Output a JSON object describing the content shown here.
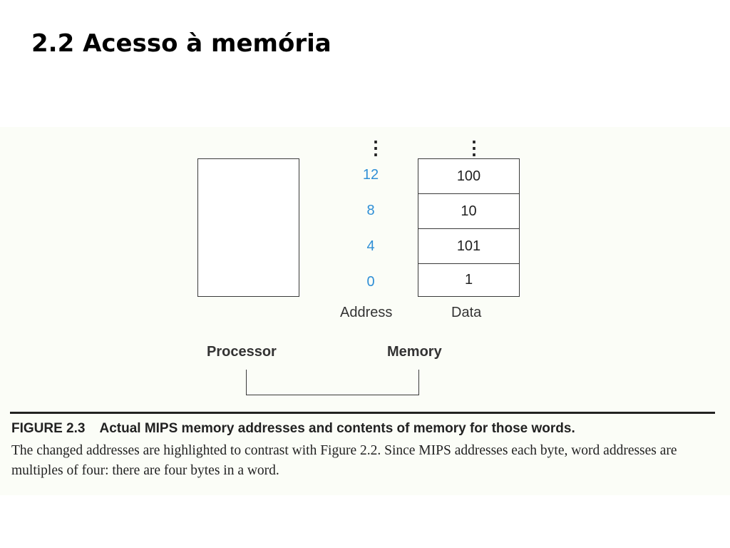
{
  "slide": {
    "title": "2.2 Acesso à memória"
  },
  "figure": {
    "memory": {
      "ellipsis": "⋮",
      "rows": [
        {
          "address": "12",
          "data": "100"
        },
        {
          "address": "8",
          "data": "10"
        },
        {
          "address": "4",
          "data": "101"
        },
        {
          "address": "0",
          "data": "1"
        }
      ],
      "address_label": "Address",
      "data_label": "Data",
      "address_color": "#2f8fd6"
    },
    "processor_label": "Processor",
    "memory_label": "Memory",
    "caption": {
      "number": "FIGURE 2.3",
      "title": "Actual MIPS memory addresses and contents of memory for those words.",
      "body": "The changed addresses are highlighted to contrast with Figure 2.2. Since MIPS addresses each byte, word addresses are multiples of four: there are four bytes in a word."
    }
  }
}
